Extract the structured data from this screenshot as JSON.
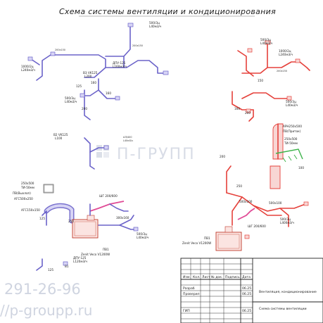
{
  "title": "Схема системы вентиляции и кондиционирования",
  "watermark": {
    "brand": "П-ГРУПП",
    "phone": "291-26-96",
    "url": "//p-groupp.ru"
  },
  "left_system": {
    "labels": {
      "air_top_right": [
        "500/3ц",
        "L40м3/ч"
      ],
      "air_top_left": [
        "1000/2ц",
        "L240м3/ч"
      ],
      "dim_200_150_small": "200x150",
      "dim_200_150_right": "200x150",
      "b3": "В3 VK125",
      "b3_l": "L200",
      "dpu": "ДПУ-125",
      "dpu_l": "L160м3/ч",
      "d160a": "160",
      "d125a": "125",
      "d160b": "160",
      "d200a": "200",
      "air_mid": [
        "500/3ц",
        "L40м3/ч"
      ],
      "b2": "В2 VK125",
      "b2_l": "L100",
      "air_small": [
        "АЛ/400",
        "L40м3/ч"
      ],
      "grille": "250х500",
      "grille_tv": "ТИ-50мм",
      "pv_outlet": "ПВ(Выхлоп)",
      "ags500": "АГС500x250",
      "ags150": "АГС150x150",
      "d125b": "125",
      "d250": "250",
      "shg": "ШГ 200/600",
      "d300x160": "300x160",
      "air_bottom": [
        "500/3ц",
        "L40м3/ч"
      ],
      "unit_name": "ПВ1",
      "unit_model": "Zenit Veco V1200W",
      "dpu2": "ДПУ-125",
      "dpu2_l": "L120м3/ч",
      "b1": "В1",
      "d125c": "125"
    }
  },
  "right_system": {
    "labels": {
      "air_top": [
        "500/3ц",
        "L40м3/ч"
      ],
      "air_top_left": [
        "1000/2ц",
        "L240м3/ч"
      ],
      "dim_200_150": "200x150",
      "d150": "150",
      "air_mid": [
        "500/3ц",
        "L40м3/ч"
      ],
      "d200a": "200",
      "d160": "160",
      "apn": "АРН250x500",
      "pv_intake": "ПВ(Приток)",
      "grille": "250х500",
      "grille_tv": "ТИ-50мм",
      "d200b": "200",
      "d100": "100",
      "d250": "250",
      "d500x100a": "500x100",
      "d500x100b": "500x100",
      "air_bottom": [
        "500/3ц",
        "L400м3/ч"
      ],
      "shg": "ШГ 200/600",
      "unit_name": "ПВ1",
      "unit_model": "Zenit Veco V1200W"
    }
  },
  "title_block": {
    "headers": [
      "Изм.",
      "Кол.",
      "Лист",
      "№ док.",
      "Подпись",
      "Дата"
    ],
    "row_razrab": "Разраб",
    "row_proveril": "Проверил",
    "row_gip": "ГИП",
    "dates": [
      "06.25",
      "06.25",
      "06.25"
    ],
    "project": "Вентиляция, кондиционирование",
    "sheet_title": "Схема системы вентиляции"
  },
  "colors": {
    "left_duct": "#6b63c9",
    "right_duct": "#e5413b",
    "unit": "#c0392b",
    "supply_green": "#3cb34a",
    "pink": "#e04b96",
    "watermark": "#bfc6d6"
  }
}
